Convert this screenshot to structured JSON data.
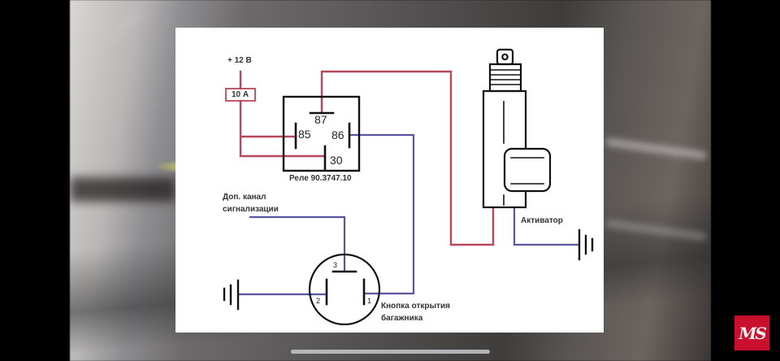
{
  "video": {
    "watermark": "MS"
  },
  "diagram": {
    "colors": {
      "positive_wire": "#b8475a",
      "signal_wire": "#5a55a0",
      "outline": "#111111"
    },
    "power": {
      "supply_label": "+ 12 В",
      "fuse_label": "10 А"
    },
    "relay": {
      "title": "Реле 90.3747.10",
      "pins": {
        "p87": "87",
        "p85": "85",
        "p86": "86",
        "p30": "30"
      }
    },
    "actuator": {
      "label": "Активатор"
    },
    "alarm_channel": {
      "line1": "Доп. канал",
      "line2": "сигнализации"
    },
    "button": {
      "line1": "Кнопка открытия",
      "line2": "багажника",
      "pins": {
        "p1": "1",
        "p2": "2",
        "p3": "3"
      }
    }
  }
}
